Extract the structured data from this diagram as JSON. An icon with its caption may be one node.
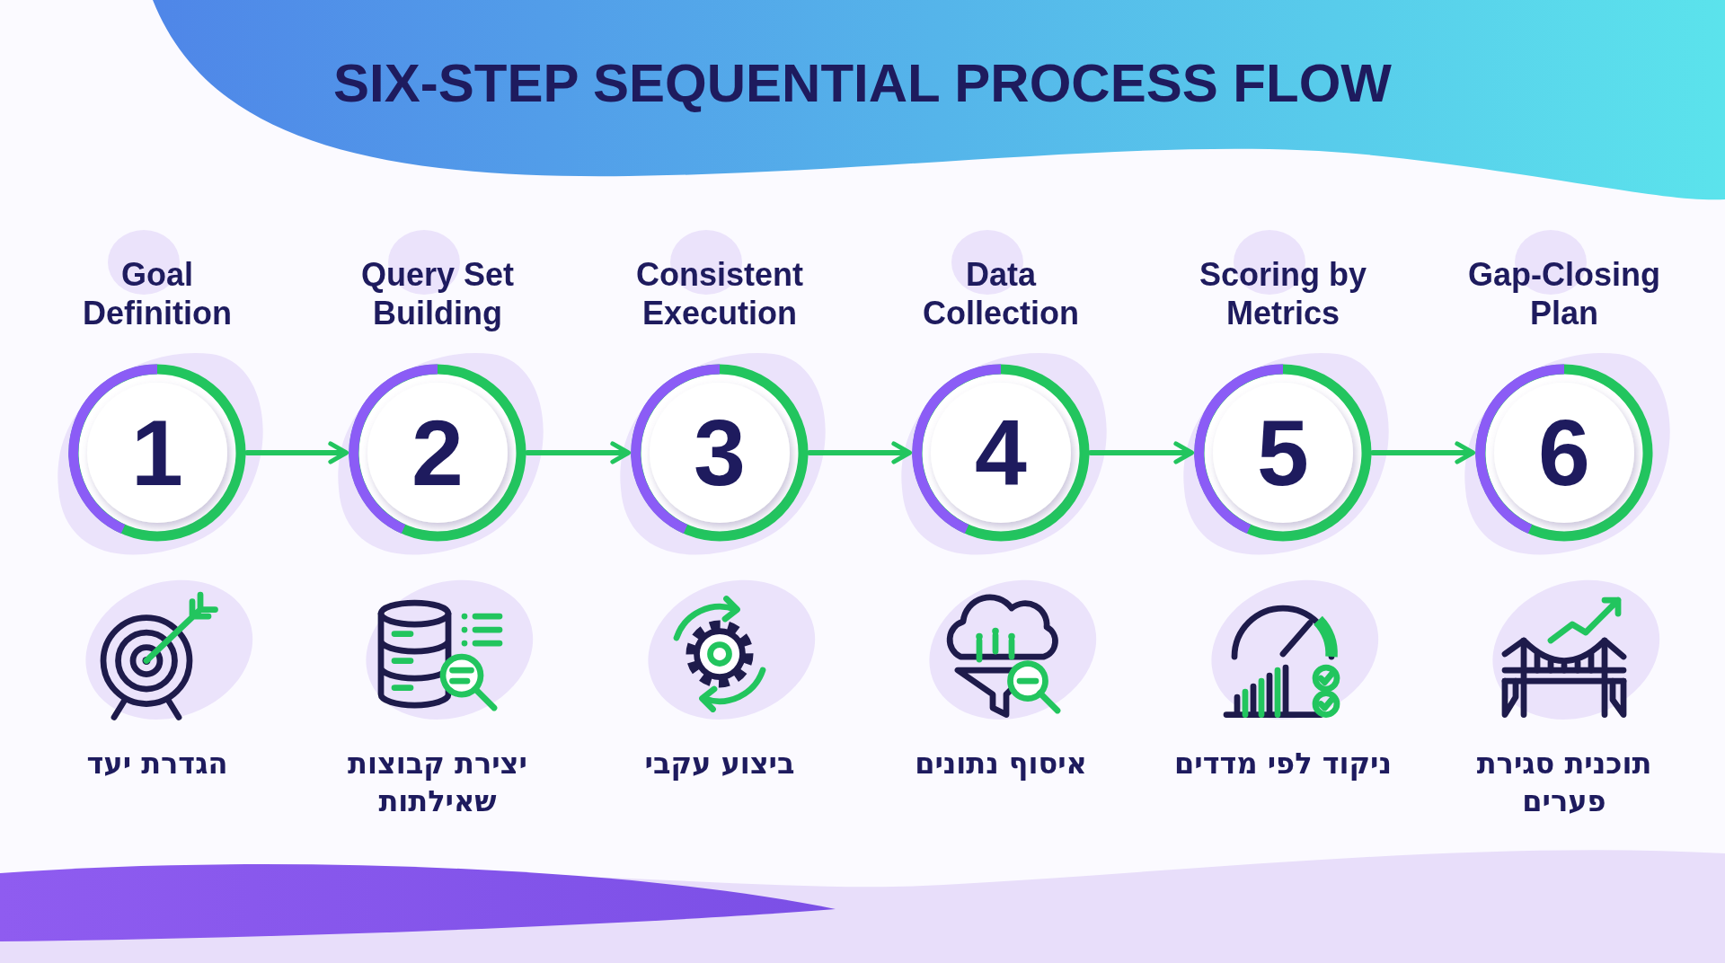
{
  "diagram": {
    "title": "SIX-STEP SEQUENTIAL PROCESS FLOW",
    "nodes": [
      {
        "text": [
          "Goal Definition",
          "1"
        ]
      },
      {
        "text": [
          "Query Set Building",
          "2"
        ]
      },
      {
        "text": [
          "Consistent Execution",
          "3"
        ]
      },
      {
        "text": [
          "Data Collection",
          "4"
        ]
      },
      {
        "text": [
          "Scoring by Metrics",
          "5"
        ]
      },
      {
        "text": [
          "Gap-Closing Plan",
          "6"
        ]
      }
    ],
    "edges": [
      {
        "from": 0,
        "to": 1,
        "arrow": "to"
      },
      {
        "from": 1,
        "to": 2,
        "arrow": "to"
      },
      {
        "from": 2,
        "to": 3,
        "arrow": "to"
      },
      {
        "from": 3,
        "to": 4,
        "arrow": "to"
      },
      {
        "from": 4,
        "to": 5,
        "arrow": "to"
      }
    ],
    "labels": [
      "הגדרת יעד",
      "יצירת קבוצות שאילתות",
      "ביצוע עקבי",
      "איסוף נתונים",
      "ניקוד לפי מדדים",
      "תוכנית סגירת פערים"
    ]
  }
}
